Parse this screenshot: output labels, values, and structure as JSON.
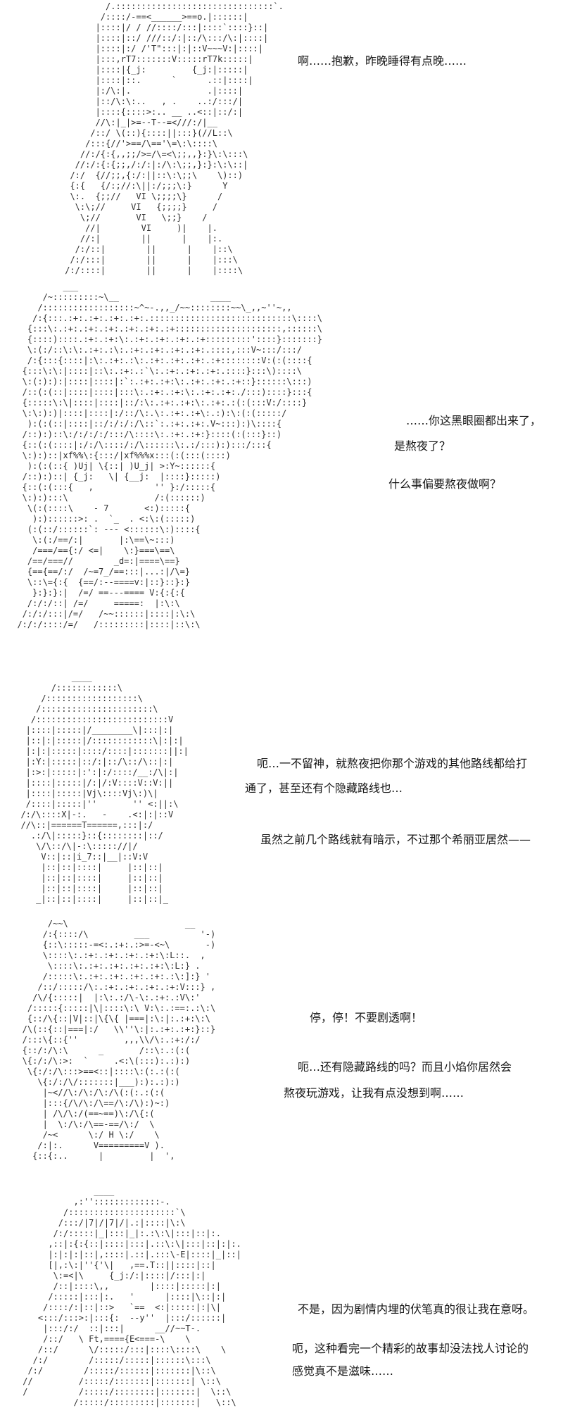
{
  "page": {
    "background": "#ffffff",
    "art_color": "#2e2e2e",
    "text_color": "#171717"
  },
  "panels": [
    {
      "name": "panel-1-girl-apologizing",
      "art": [
        "         /.:::::::::::::::::::::::::::::::`.",
        "        /::::/-==<______>==o.|::::::|",
        "       |::::|/ / //::::/:::|::::`::::}::|",
        "       |::::|::/ ///::/:|::/\\:::/\\:|::::|",
        "       |::::|:/ /'T\":::|:|::V~~~V:|::::|",
        "       |:::,rT7:::::::V:::::rT7k:::::|",
        "       |::::|{_j:         {_j:|:::::|",
        "       |::::|::.      `      .::|::::|",
        "       |:/\\:|.               .|::::|",
        "       |::/\\:\\:..   , .    ..:/:::/|",
        "       |::::{::::>:.. __ ..<::|::/:|",
        "       //\\:|_|>=--T--=<///:/|__",
        "      /::/ \\(::){::::||:::}(//L::\\",
        "     /:::{//'>==/\\=='\\=\\:\\::::\\",
        "    //:/{:{,,;;/>=/\\=<\\;;,,}:}\\:\\:::\\",
        "   //:/:{:{;;,/:/:|:/\\:\\;;,}:}:\\:\\::|",
        "  /:/  {//;;,{:/:||::\\:\\;;\\    \\)::)",
        "  {:{   {/:;//:\\||:/;;;\\:}      Y",
        "  \\:.  {;;//   VI \\;;;;\\}      /",
        "   \\:\\;//     VI   {;;;;}     /",
        "    \\;//       VI   \\;;}    /",
        "     //|        VI     )|    |.",
        "    //:|        ||      |    |:.",
        "   /:/::|        ||      |    |::\\",
        "  /:/:::|        ||      |    |:::\\",
        " /:/::::|        ||      |    |::::\\"
      ],
      "dialogue": [
        {
          "text": "啊……抱歉，昨晚睡得有点晚……"
        }
      ]
    },
    {
      "name": "panel-2-sleepy-messy-hair-girl",
      "art": [
        "           ___",
        "       /~:::::::::~\\__                  ____",
        "      /::::::::::::::::::~^~-.,,_/~~::::::::~~\\_,,~''~,,",
        "     /:{:::.:+:.:+:.:+:.:+:.::::::::::::::::::::::::::::\\::::\\",
        "    {:::\\:.:+:.:+:.:+:.:+:.:+:.:+:::::::::::::::::::::,::::::\\",
        "    {::::)::::.:+:.:+:\\:.:+:.:+:.:+:.:+:::::::::'::::}:::::::}",
        "    \\:(:/::\\:\\:.:+:.:\\:.:+:.:+:.:+:.:+:.::::,:::V~:::/:::/",
        "    /:{:::{::::|:\\:.:+:.:\\:.:+:.:+:.:+:.:+::::::::V:(:(::::{",
        "   {:::\\:\\:|::::|::\\:.:+:.:`\\:.:+:.:+:.:+:.::::}:::\\)::::\\",
        "   \\:(:):):|::::|::::|:`:.:+:.:+:\\:.:+:.:+:.:+::}::::::\\:::)",
        "   /::(:(::|::::|::::|:::\\:.:+:.:+:\\:.:+:.:+:./:::)::::}:::{",
        "   {:::::\\:\\|::::|::::|::/:\\:.:+:.:+:\\:.:+:.:(:(:::V:/::::}",
        "   \\:\\:):)|::::|::::|:/::/\\:.\\:.:+:.:+\\:.:):\\:(:(:::::/",
        "    ):(:(::|::::|::/:/:/:/\\::`:.:+:.:+:.V~:::):)\\::::{",
        "   /::):)::\\:/:/:/:/:::/\\::::\\:.:+:.:+:}::::(:(:::}::)",
        "   {::(:(::::|:/:/\\::::/:/\\::::::\\:.:/:::):):::/:::{",
        "   \\:):)::|xf%%\\:{:::/|xf%%%x:::(:(:::(::::)",
        "    ):(:(::{ )Uj| \\{::| )U_j| >:Y~::::::{",
        "   /::):)::| {_j:   \\| {__j:  |::::}:::::)",
        "   {::(:(:::{   ,            '' }:/:::::{",
        "   \\:):):::\\                 /:(::::::)",
        "    \\(:(::::\\    - 7       <:):::::{",
        "     ):)::::::>: .  `_  . <:\\:(:::::)",
        "    (:(::/::::::`: --- <::::::\\:)::::{",
        "     \\:(:/==/:|       |:\\==\\~:::)",
        "     /===/=={:/ <=|    \\:}===\\==\\",
        "    /==/===//        _d=:|====\\==}",
        "    {=={==/:/  /~=7_/==:::|...:|/\\=}",
        "    \\::\\={:{  {==/:--====v:|::}::}:}",
        "     }:}:}:|  /=/ ==---==== V:{:{:{",
        "    /:/:/::| /=/     =====:  |:\\:\\",
        "   /:/:/:::|/=/   /~~::::::|::::|:\\:\\",
        "  /:/:/::::/=/   /:::::::::|::::|::\\:\\"
      ],
      "dialogue": [
        {
          "text": "……你这黑眼圈都出来了，"
        },
        {
          "text": "是熬夜了？"
        },
        {
          "text": "什么事偏要熬夜做啊？"
        }
      ]
    },
    {
      "name": "panel-3-short-hair-girl-talking",
      "art": [
        "            ____",
        "        /::::::::::::\\",
        "      /::::::::::::::::::\\",
        "     /::::::::::::::::::::::\\",
        "    /::::::::::::::::::::::::::V",
        "   |::::|:::::|/________\\|:::|:|",
        "   |::|:|:::::|/::::::::::::\\|:|:|",
        "   |:|:|:::::|::::/::::|:::::::||:|",
        "   |:Y:|:::::|::/:|::/\\::/\\::|:|",
        "   |:>:|:::::|:':|:/::::/__:/\\|:|",
        "   |::::|:::::|/:|/:V::::V::V:||",
        "   |::::|:::::|Vj\\::::Vj\\:)\\|",
        "   /::::|:::::|''       '' <:||:\\",
        "  /:/\\::::X|-:.   -    .<:|:|::V",
        "  //\\::|======T======,:::|:/",
        "    .:/\\|:::::}::{::::::::|::/",
        "     \\/\\::/\\|-:\\::::://|/",
        "      V::|::|i_7::|__|::V:V",
        "      |::|::|::::|     |::|::|",
        "      |::|::|::::|     |::|::|",
        "      |::|::|::::|     |::|::|",
        "     _|::|::|::::|     |::|::|_"
      ],
      "dialogue": [
        {
          "text": "呃…一不留神，就熬夜把你那个游戏的其他路线都给打"
        },
        {
          "text": "通了，甚至还有个隐藏路线也…"
        },
        {
          "text": "虽然之前几个路线就有暗示，不过那个希丽亚居然——"
        }
      ]
    },
    {
      "name": "panel-4-flustered-girl-stop",
      "art": [
        "        /~~\\                       __",
        "       /:{::::/\\         ___          '-)",
        "       {::\\:::::-=<:.:+:.:>=-<~\\       -)",
        "       \\::::\\:.:+:.:+:.:+:.:+:\\:L::.  ,",
        "        \\::::\\:.:+:.:+:.:+:.:+:\\:L:} .",
        "       /:::::\\:.:+:.:+:.:+:.:+:.:\\:]:} '",
        "      /::/:::::/\\:.:+:.:+:.:+:.:+:V:::} ,",
        "     /\\/{:::::|  |:\\:.:/\\-\\:.:+:.:V\\:'",
        "    /:::::{:::::|\\|::::\\:\\ V:\\:.:==:.:\\:\\",
        "    {::/\\{::|V|::|\\{\\{ |===|:\\:|:.:+:\\:\\",
        "   /\\(::{::|===|:/   \\\\''\\:|:.:+:.:+:}::}",
        "   /:::\\{::{''         ,,,\\\\/\\:.:+:/:/",
        "   {::/:/\\:\\      _       /::\\:.:(:(",
        "   \\{:/:/\\:>:  `     .<:\\(:::):.:):)",
        "    \\{:/:/\\:::>==<::|::::\\:(:.:(:(",
        "      \\{:/:/\\/:::::::|___):):.:):)",
        "       |~<//\\:/\\:/\\:/\\(:(:.:(:(",
        "       |:::{/\\/\\:/\\==/\\:/\\):)~:)",
        "       | /\\/\\:/(==~==)\\:/\\{:(",
        "       |  \\:/\\:/\\==-==/\\:/  \\",
        "       /~<      \\:/ H \\:/    \\",
        "      /:|:.      V=========V ).",
        "     {::{:..      |         |  ',"
      ],
      "dialogue": [
        {
          "text": "停，停！不要剧透啊！"
        },
        {
          "text": "呃…还有隐藏路线的吗？而且小焰你居然会"
        },
        {
          "text": "熬夜玩游戏，让我有点没想到啊……"
        }
      ]
    },
    {
      "name": "panel-5-girl-explaining",
      "art": [
        "               ____",
        "           ,:'':::::::::::::-.",
        "         /:::::::::::::::::::::`\\",
        "        /:::/|7|/|7|/|.:|::::|\\:\\",
        "       /:/:::::|_|:::|_|:.:\\:\\|:::|::|:.",
        "      ,::|:{:{::|::::|:::|.::\\:\\|:::|::|:|:.",
        "      |:|:|:|::|,::::|.::|.:::\\-E|::::|_|::|",
        "      [|,:\\:|''{'\\|   ,==.T::||::::|::|",
        "       \\:=<|\\     {_j:/:|::::|/:::|:|",
        "       /::|::::\\,,        |::::|:::::|:|",
        "      /:::::|:::|:.   '      |::::|\\::|:|",
        "     /::::/:|::|::>   `==  <:|:::::|:|\\|",
        "    <:::/:::>:|:::{:  --y''  |:::/::::::|",
        "     |:::/:/  ::|:::|      __//~~T-.",
        "     /::/   \\ Ft,===={E<===-\\    \\",
        "    /::/      \\/:::::/:::|::::\\::::\\    \\",
        "   /:/        /:::::/:::::|::::::\\:::\\",
        "  /:/        /:::::/::::::|:::::::|\\::\\",
        " //         /:::::/:::::::|:::::::| \\::\\",
        " /          /:::::/::::::::|:::::::|  \\::\\",
        "           /:::::/:::::::::|:::::::|   \\::\\"
      ],
      "dialogue": [
        {
          "text": "不是，因为剧情内埋的伏笔真的很让我在意呀。"
        },
        {
          "text": "呃，这种看完一个精彩的故事却没法找人讨论的"
        },
        {
          "text": "感觉真不是滋味……"
        }
      ]
    }
  ]
}
